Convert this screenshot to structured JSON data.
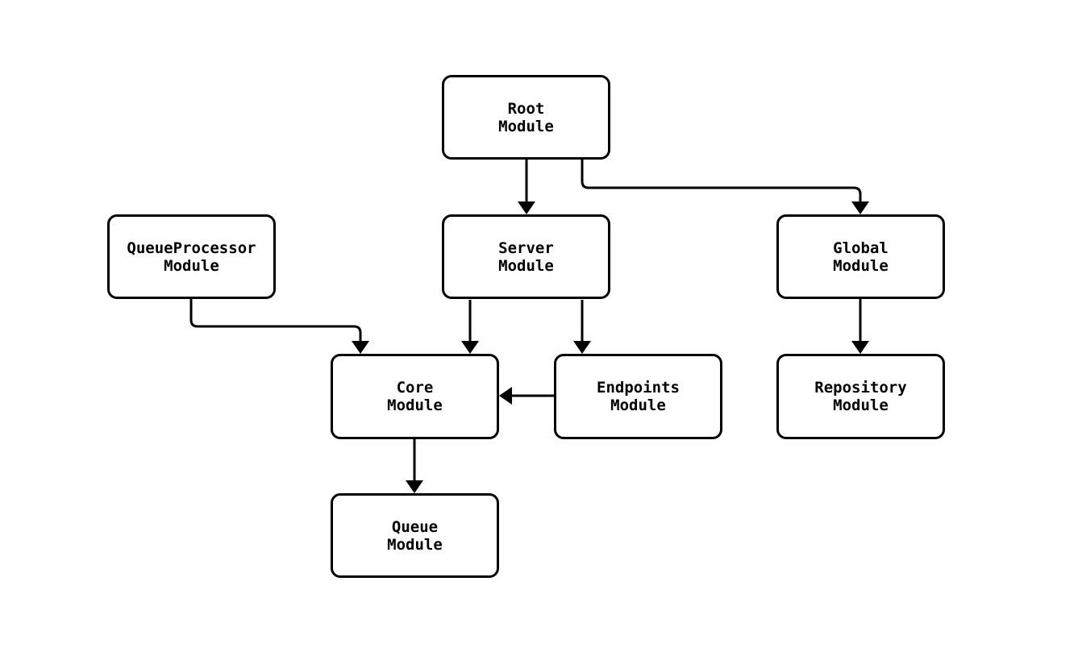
{
  "diagram": {
    "type": "module-dependency-diagram",
    "background_color": "#ffffff",
    "node_fill_color": "#ffffff",
    "line_color": "#000000",
    "nodes": {
      "root": {
        "line1": "Root",
        "line2": "Module"
      },
      "queueprocessor": {
        "line1": "QueueProcessor",
        "line2": "Module"
      },
      "server": {
        "line1": "Server",
        "line2": "Module"
      },
      "global": {
        "line1": "Global",
        "line2": "Module"
      },
      "core": {
        "line1": "Core",
        "line2": "Module"
      },
      "endpoints": {
        "line1": "Endpoints",
        "line2": "Module"
      },
      "repository": {
        "line1": "Repository",
        "line2": "Module"
      },
      "queue": {
        "line1": "Queue",
        "line2": "Module"
      }
    },
    "edges": [
      {
        "from": "Root Module",
        "to": "Server Module"
      },
      {
        "from": "Root Module",
        "to": "Global Module"
      },
      {
        "from": "QueueProcessor Module",
        "to": "Core Module"
      },
      {
        "from": "Server Module",
        "to": "Core Module"
      },
      {
        "from": "Server Module",
        "to": "Endpoints Module"
      },
      {
        "from": "Endpoints Module",
        "to": "Core Module"
      },
      {
        "from": "Core Module",
        "to": "Queue Module"
      },
      {
        "from": "Global Module",
        "to": "Repository Module"
      }
    ]
  }
}
